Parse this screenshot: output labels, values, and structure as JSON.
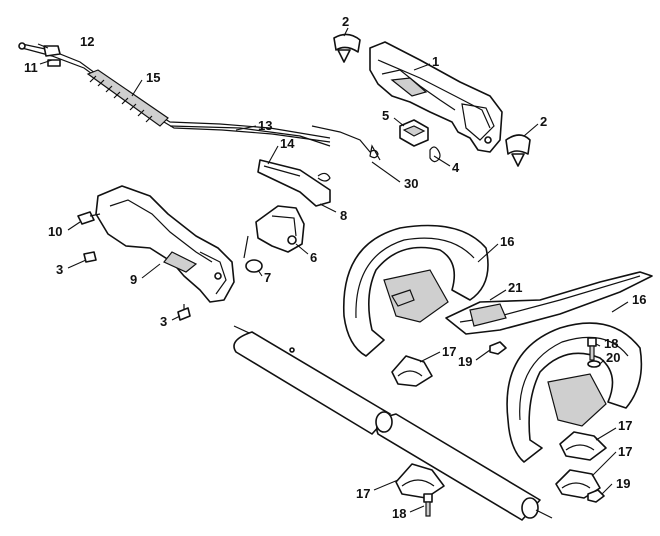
{
  "callouts": {
    "c1": "1",
    "c2a": "2",
    "c2b": "2",
    "c3a": "3",
    "c3b": "3",
    "c4": "4",
    "c5": "5",
    "c6": "6",
    "c7": "7",
    "c8": "8",
    "c9": "9",
    "c10": "10",
    "c11": "11",
    "c12": "12",
    "c13": "13",
    "c14": "14",
    "c15": "15",
    "c16a": "16",
    "c16b": "16",
    "c17a": "17",
    "c17b": "17",
    "c17c": "17",
    "c17d": "17",
    "c18a": "18",
    "c18b": "18",
    "c19a": "19",
    "c19b": "19",
    "c20": "20",
    "c21": "21",
    "c30": "30"
  }
}
